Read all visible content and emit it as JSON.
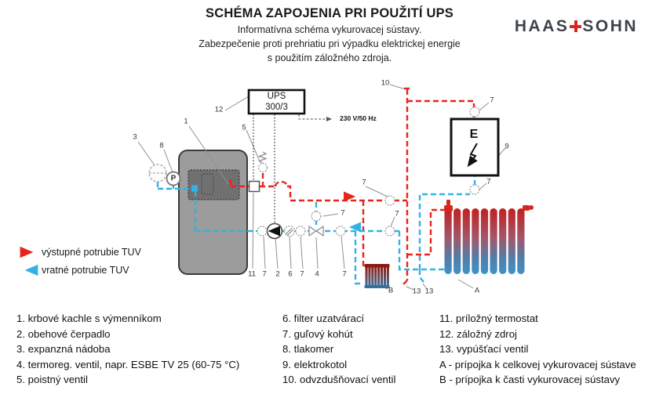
{
  "header": {
    "title": "SCHÉMA ZAPOJENIA PRI POUŽITÍ UPS",
    "subtitle1": "Informatívna schéma vykurovacej sústavy.",
    "subtitle2": "Zabezpečenie proti prehriatiu pri výpadku elektrickej energie",
    "subtitle3": "s použitím záložného zdroja."
  },
  "logo": {
    "left": "HAAS",
    "right": "SOHN"
  },
  "colors": {
    "supply_red": "#e8251d",
    "return_blue": "#33b2e5",
    "stove_gray": "#9c9c9c",
    "exchanger_gray": "#707070",
    "logo_gray": "#3d434a",
    "logo_plus_red": "#d9261c"
  },
  "diagram": {
    "ups_line1": "UPS",
    "ups_line2": "300/3",
    "power_label": "230 V/50 Hz",
    "boiler_letter": "E",
    "gauge_letter": "P",
    "callouts": {
      "n1": "1",
      "n2": "2",
      "n3": "3",
      "n4": "4",
      "n5": "5",
      "n6": "6",
      "n7": "7",
      "n8": "8",
      "n9": "9",
      "n10": "10",
      "n11": "11",
      "n12": "12",
      "n13": "13",
      "a": "A",
      "b": "B"
    }
  },
  "pipe_legend": {
    "supply": "výstupné potrubie TUV",
    "return": "vratné potrubie TUV"
  },
  "legend": {
    "col1": [
      "1. krbové kachle s výmenníkom",
      "2. obehové čerpadlo",
      "3. expanzná nádoba",
      "4. termoreg. ventil, napr. ESBE TV 25 (60-75 °C)",
      "5. poistný ventil"
    ],
    "col2": [
      "6. filter uzatvárací",
      "7. guľový kohút",
      "8. tlakomer",
      "9. elektrokotol",
      "10. odvzdušňovací ventil"
    ],
    "col3": [
      "11. príložný termostat",
      "12. záložný zdroj",
      "13. vypúšťací ventil",
      "A - prípojka k celkovej vykurovacej sústave",
      "B - prípojka k časti vykurovacej sústavy"
    ]
  }
}
